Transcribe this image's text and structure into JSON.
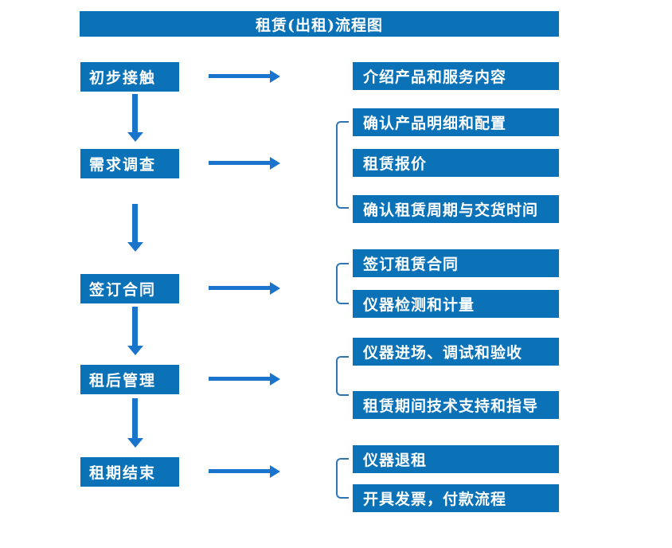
{
  "title": "租赁(出租)流程图",
  "colors": {
    "box_blue": "#0C72B8",
    "arrow_blue": "#1A74CC",
    "bracket_blue": "#2E75B6",
    "text_white": "#FFFFFF"
  },
  "flow": {
    "steps": [
      {
        "label": "初步接触"
      },
      {
        "label": "需求调查"
      },
      {
        "label": "签订合同"
      },
      {
        "label": "租后管理"
      },
      {
        "label": "租期结束"
      }
    ],
    "details": [
      {
        "label": "介绍产品和服务内容",
        "parent_step": "初步接触"
      },
      {
        "label": "确认产品明细和配置",
        "parent_step": "需求调查"
      },
      {
        "label": "租赁报价",
        "parent_step": "需求调查"
      },
      {
        "label": "确认租赁周期与交货时间",
        "parent_step": "需求调查"
      },
      {
        "label": "签订租赁合同",
        "parent_step": "签订合同"
      },
      {
        "label": "仪器检测和计量",
        "parent_step": "签订合同"
      },
      {
        "label": "仪器进场、调试和验收",
        "parent_step": "租后管理"
      },
      {
        "label": "租赁期间技术支持和指导",
        "parent_step": "租后管理"
      },
      {
        "label": "仪器退租",
        "parent_step": "租期结束"
      },
      {
        "label": "开具发票，付款流程",
        "parent_step": "租期结束"
      }
    ]
  }
}
